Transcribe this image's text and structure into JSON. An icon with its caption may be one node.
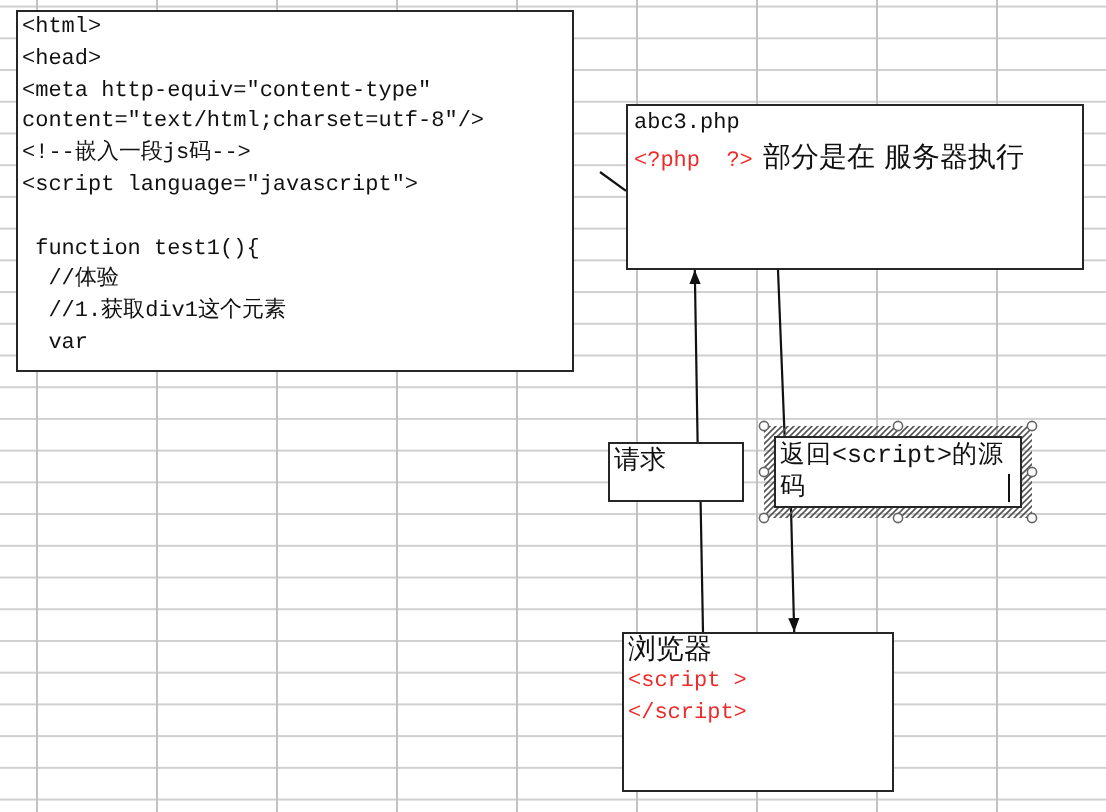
{
  "diagram": {
    "nodes": [
      {
        "text": [
          "<html>",
          "<head>",
          "<meta http-equiv=\"content-type\"",
          "content=\"text/html;charset=utf-8\"/>",
          "<!--嵌入一段js码-->",
          "<script language=\"javascript\">",
          "function test1(){",
          "//体验",
          "//1.获取div1这个元素",
          "var"
        ]
      },
      {
        "text": [
          "abc3.php",
          "<?php  ?>",
          "部分是在 服务器执行"
        ]
      },
      {
        "text": [
          "请求"
        ]
      },
      {
        "text": [
          "返回<script>的源码"
        ]
      },
      {
        "text": [
          "浏览器",
          "<script >",
          "</script>"
        ]
      }
    ],
    "edges": [
      {
        "from": null,
        "to": 1,
        "arrow": "none"
      },
      {
        "from": 4,
        "to": 2,
        "arrow": "none"
      },
      {
        "from": 2,
        "to": 1,
        "arrow": "to"
      },
      {
        "from": 1,
        "to": 3,
        "arrow": "none"
      },
      {
        "from": 3,
        "to": 4,
        "arrow": "to"
      }
    ]
  }
}
